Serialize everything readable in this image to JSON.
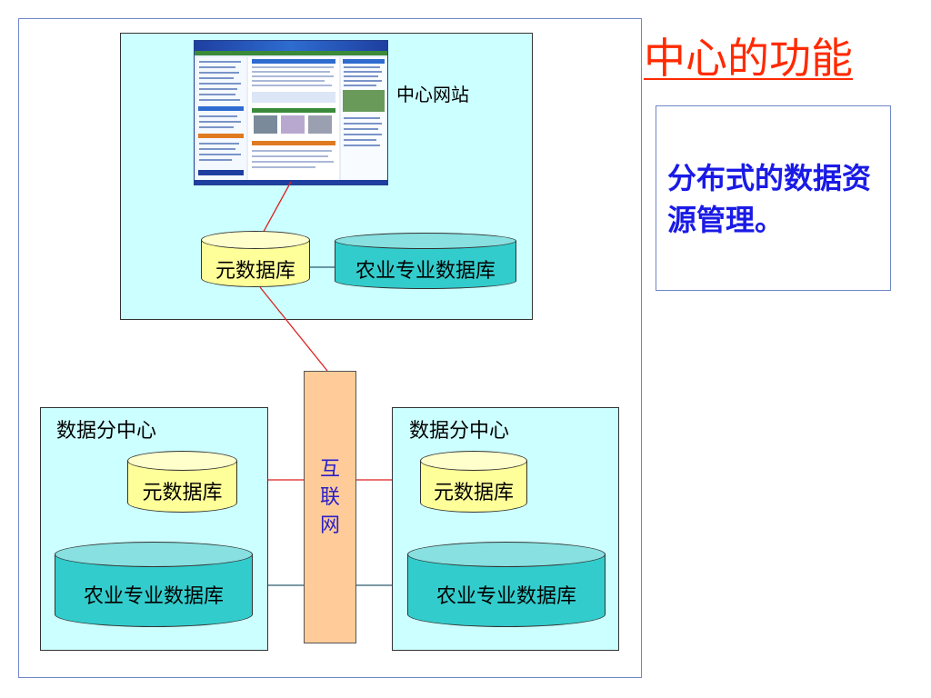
{
  "title": "中心的功能",
  "note": "分布式的数据资源管理。",
  "center": {
    "website_label": "中心网站",
    "meta_db": "元数据库",
    "agri_db": "农业专业数据库"
  },
  "internet": {
    "chars": [
      "互",
      "联",
      "网"
    ]
  },
  "sub_left": {
    "title": "数据分中心",
    "meta_db": "元数据库",
    "agri_db": "农业专业数据库"
  },
  "sub_right": {
    "title": "数据分中心",
    "meta_db": "元数据库",
    "agri_db": "农业专业数据库"
  },
  "colors": {
    "title": "#ff2a00",
    "note": "#1a1ae6",
    "panel": "#ccffff",
    "meta_db": "#ffff99",
    "agri_db": "#33cccc",
    "internet": "#ffcc99",
    "link_red": "#dd2222",
    "link_dark": "#2a5c6c"
  }
}
